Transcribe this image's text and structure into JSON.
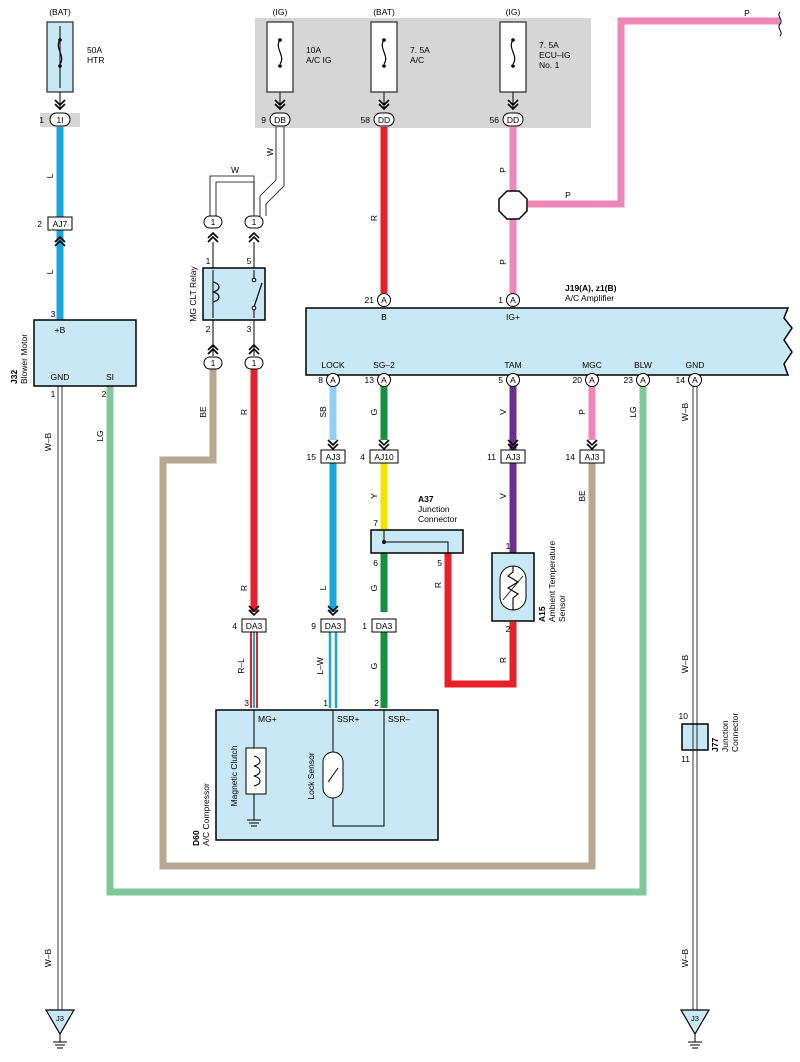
{
  "fuses": [
    {
      "source": "(BAT)",
      "rating": "50A",
      "name": "HTR",
      "name2": ""
    },
    {
      "source": "(IG)",
      "rating": "10A",
      "name": "A/C IG",
      "name2": ""
    },
    {
      "source": "(BAT)",
      "rating": "7. 5A",
      "name": "A/C",
      "name2": ""
    },
    {
      "source": "(IG)",
      "rating": "7. 5A",
      "name": "ECU–IG",
      "name2": "No. 1"
    }
  ],
  "connectors": {
    "c1I": "1I",
    "cDB": "DB",
    "cDD1": "DD",
    "cDD2": "DD",
    "AJ7": "AJ7",
    "AJ3": "AJ3",
    "AJ10": "AJ10",
    "DA3": "DA3",
    "A": "A",
    "one": "1",
    "J3": "J3"
  },
  "pins": {
    "p1": "1",
    "p9": "9",
    "p58": "58",
    "p56": "56",
    "p2": "2",
    "p3": "3",
    "p5": "5",
    "p21": "21",
    "p8": "8",
    "p13": "13",
    "p20": "20",
    "p23": "23",
    "p14": "14",
    "p15": "15",
    "p4": "4",
    "p11": "11",
    "p7": "7",
    "p6": "6",
    "p10": "10"
  },
  "wires": {
    "P": "P",
    "L": "L",
    "W": "W",
    "R": "R",
    "BE": "BE",
    "SB": "SB",
    "G": "G",
    "V": "V",
    "LG": "LG",
    "WB": "W–B",
    "Y": "Y",
    "RL": "R–L",
    "LW": "L–W"
  },
  "amplifier": {
    "code": "J19(A), z1(B)",
    "name": "A/C Amplifier",
    "pins_top": [
      "B",
      "IG+"
    ],
    "pins_bottom": [
      "LOCK",
      "SG–2",
      "TAM",
      "MGC",
      "BLW",
      "GND"
    ]
  },
  "blower": {
    "code": "J32",
    "name": "Blower Motor",
    "pin_b": "+B",
    "pin_gnd": "GND",
    "pin_si": "SI"
  },
  "relay": {
    "name": "MG CLT Relay"
  },
  "junction_a37": {
    "code": "A37",
    "line1": "Junction",
    "line2": "Connector"
  },
  "sensor_a15": {
    "code": "A15",
    "line1": "Ambient Temperature",
    "line2": "Sensor"
  },
  "compressor": {
    "code": "D60",
    "name": "A/C Compressor",
    "pins": [
      "MG+",
      "SSR+",
      "SSR–"
    ],
    "clutch": "Magnetic Clutch",
    "lock_sensor": "Lock Sensor"
  },
  "junction_j77": {
    "code": "J77",
    "line1": "Junction",
    "line2": "Connector"
  },
  "colors": {
    "blue": "#1aa6de",
    "red": "#e8202a",
    "pink": "#ee86b8",
    "green": "#13933f",
    "sky": "#8ed0f2",
    "violet": "#6b2d8e",
    "yellow": "#f2e400",
    "tan": "#b8a792",
    "lightgreen": "#7fc89a",
    "box": "#c9e8f6",
    "panel": "#d6d6d6"
  }
}
